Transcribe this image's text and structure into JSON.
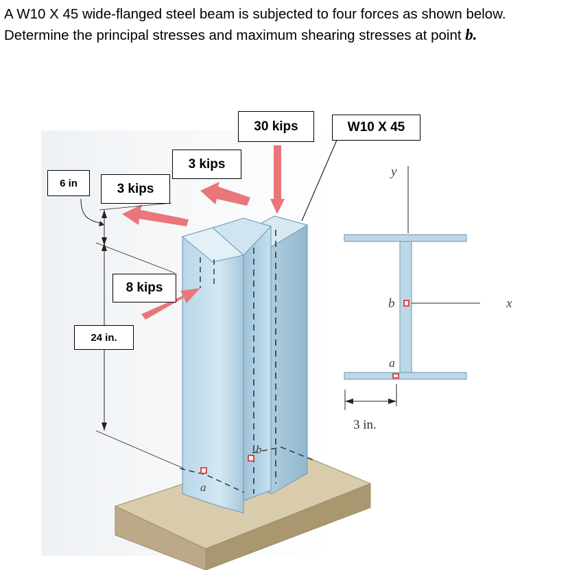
{
  "problem": {
    "text": "A W10 X 45 wide-flanged steel beam is subjected to four forces as shown below. Determine the principal stresses and maximum shearing stresses at point",
    "point": "b."
  },
  "labels": {
    "force_top": "30 kips",
    "section": "W10 X 45",
    "force_3_upper": "3 kips",
    "dim_6": "6 in",
    "force_3_left": "3 kips",
    "force_8": "8 kips",
    "dim_24": "24 in."
  },
  "cross_section": {
    "y_axis": "y",
    "x_axis": "x",
    "point_b": "b",
    "point_a": "a",
    "dim_3": "3 in."
  },
  "beam": {
    "point_b": "b",
    "point_a": "a"
  },
  "colors": {
    "arrow": "#e9767a",
    "steel_light": "#c9e2ef",
    "steel_mid": "#a9cbe0",
    "steel_dark": "#86aac2",
    "base_top": "#d9cdae",
    "base_side": "#b9a884",
    "marker": "#e0473f"
  }
}
